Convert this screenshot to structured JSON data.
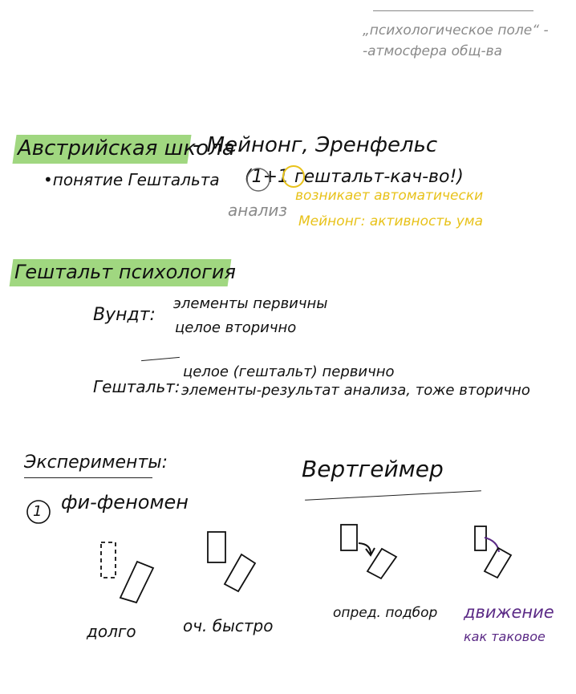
{
  "notes": {
    "top_right_line1": "„психологическое поле“ -",
    "top_right_line2": "-атмосфера общ-ва",
    "heading_austrian": "Австрийская школа",
    "names": "- Мейнонг, Эренфельс",
    "gestalt_concept": "•понятие Гештальта",
    "formula": "(1+1 гештальт-кач-во!)",
    "analysis_label": "анализ",
    "annotation_automatic": "возникает автоматически",
    "annotation_meinong": "Мейнонг: активность ума",
    "heading_gestalt": "Гештальт психология",
    "wundt_label": "Вундт:",
    "wundt_line1": "элементы первичны",
    "wundt_line2": "целое вторично",
    "gestalt_label": "Гештальт:",
    "gestalt_line1": "целое (гештальт) первично",
    "gestalt_line2": "элементы-результат анализа, тоже вторично",
    "experiments_label": "Эксперименты:",
    "wertheimer_label": "Вертгеймер",
    "phi_number": "1",
    "phi_label": "фи-феномен",
    "caption_slow": "долго",
    "caption_fast": "оч. быстро",
    "caption_optimal": "опред. подбор",
    "caption_motion_line1": "движение",
    "caption_motion_line2": "как таковое"
  },
  "colors": {
    "ink": "#111111",
    "highlight": "#8fd06a",
    "yellow": "#e8c21a",
    "gray": "#8a8a8a",
    "purple": "#5b2a86"
  }
}
